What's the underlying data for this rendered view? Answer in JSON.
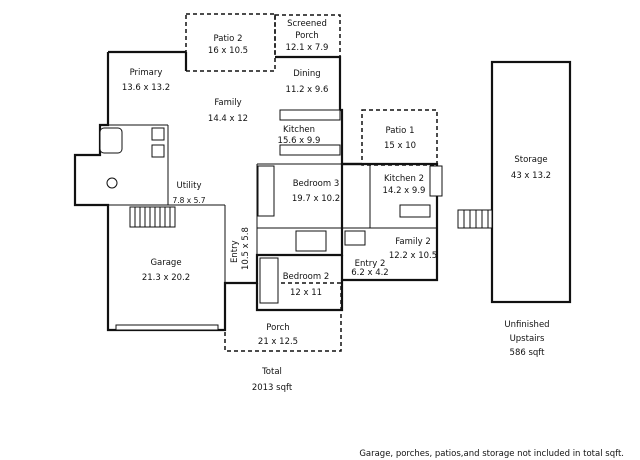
{
  "rooms": {
    "patio2": {
      "name": "Patio 2",
      "dims": "16 x 10.5"
    },
    "screened_porch": {
      "name_line1": "Screened",
      "name_line2": "Porch",
      "dims": "12.1 x 7.9"
    },
    "primary": {
      "name": "Primary",
      "dims": "13.6 x 13.2"
    },
    "family": {
      "name": "Family",
      "dims": "14.4 x 12"
    },
    "dining": {
      "name": "Dining",
      "dims": "11.2 x 9.6"
    },
    "kitchen": {
      "name": "Kitchen",
      "dims": "15.6 x 9.9"
    },
    "patio1": {
      "name": "Patio 1",
      "dims": "15 x 10"
    },
    "storage": {
      "name": "Storage",
      "dims": "43 x 13.2"
    },
    "utility": {
      "name": "Utility",
      "dims": "7.8 x 5.7"
    },
    "bedroom3": {
      "name": "Bedroom 3",
      "dims": "19.7 x 10.2"
    },
    "kitchen2": {
      "name": "Kitchen 2",
      "dims": "14.2 x 9.9"
    },
    "entry": {
      "name": "Entry",
      "dims": "10.5 x 5.8"
    },
    "family2": {
      "name": "Family 2",
      "dims": "12.2 x 10.5"
    },
    "garage": {
      "name": "Garage",
      "dims": "21.3 x 20.2"
    },
    "entry2": {
      "name": "Entry 2",
      "dims": "6.2 x 4.2"
    },
    "bedroom2": {
      "name": "Bedroom 2",
      "dims": "12 x 11"
    },
    "porch": {
      "name": "Porch",
      "dims": "21 x 12.5"
    }
  },
  "upstairs": {
    "line1": "Unfinished",
    "line2": "Upstairs",
    "area": "586 sqft"
  },
  "total": {
    "label": "Total",
    "area": "2013 sqft"
  },
  "footnote": "Garage, porches, patios,and storage not included in total sqft."
}
